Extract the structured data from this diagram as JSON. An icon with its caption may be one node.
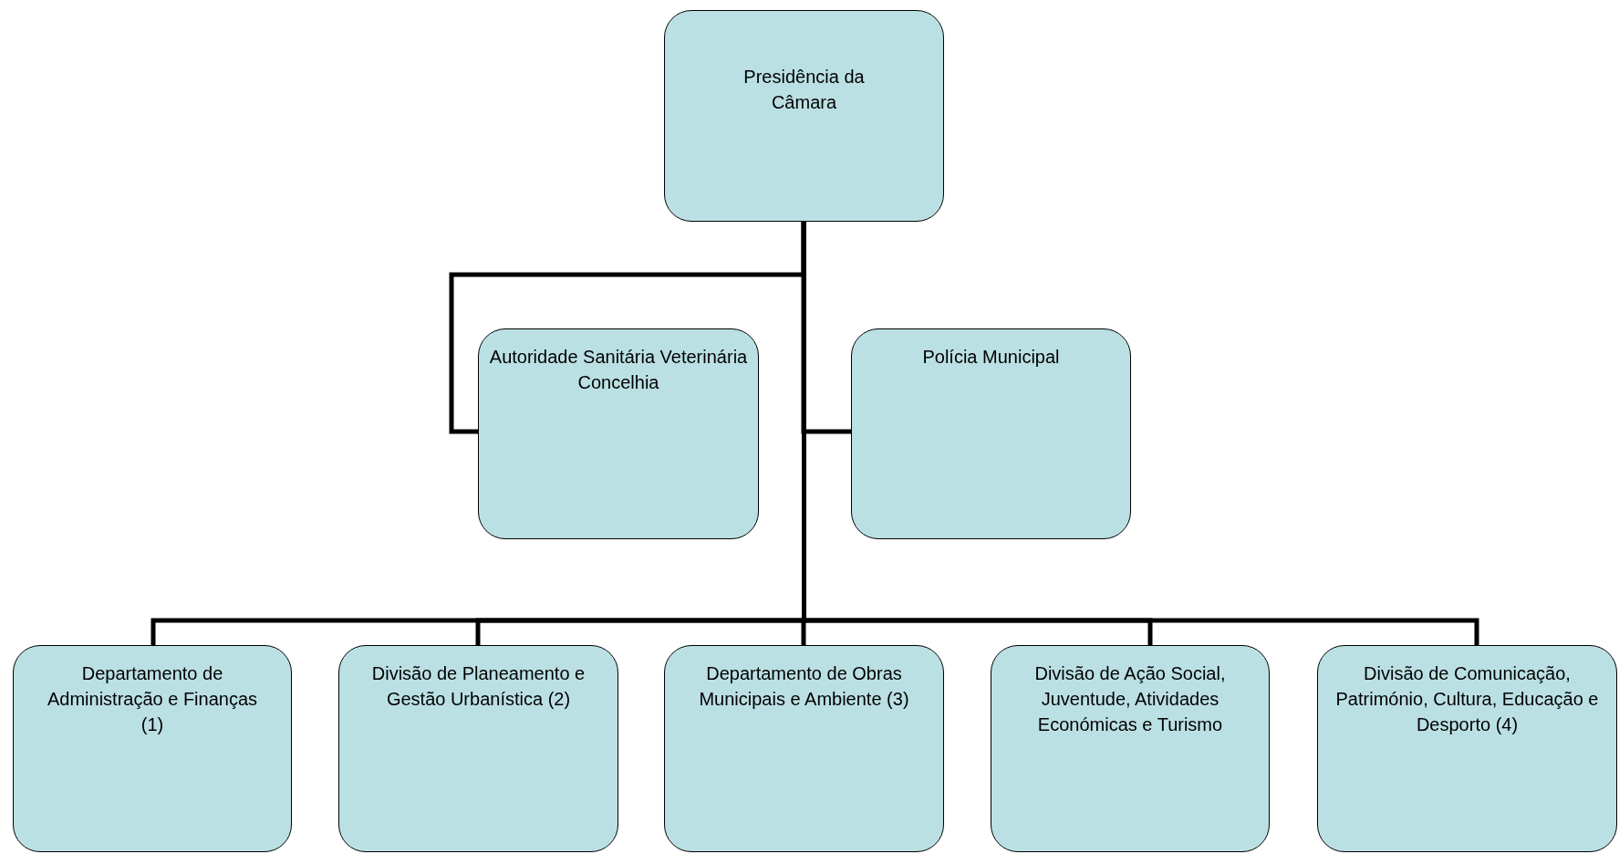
{
  "diagram": {
    "nodes": [
      {
        "text": [
          "Presidência da Câmara"
        ]
      },
      {
        "text": [
          "Autoridade Sanitária Veterinária Concelhia"
        ]
      },
      {
        "text": [
          "Polícia Municipal"
        ]
      },
      {
        "text": [
          "Departamento de Administração e Finanças (1)"
        ]
      },
      {
        "text": [
          "Divisão de Planeamento e Gestão Urbanística (2)"
        ]
      },
      {
        "text": [
          "Departamento de Obras Municipais e Ambiente (3)"
        ]
      },
      {
        "text": [
          "Divisão de Ação Social, Juventude, Atividades Económicas e Turismo"
        ]
      },
      {
        "text": [
          "Divisão de Comunicação, Património, Cultura, Educação e Desporto (4)"
        ]
      }
    ],
    "edges": [
      {
        "from": 0,
        "to": 1,
        "arrow": "none"
      },
      {
        "from": 0,
        "to": 2,
        "arrow": "none"
      },
      {
        "from": 0,
        "to": 3,
        "arrow": "none"
      },
      {
        "from": 0,
        "to": 4,
        "arrow": "none"
      },
      {
        "from": 0,
        "to": 5,
        "arrow": "none"
      },
      {
        "from": 0,
        "to": 6,
        "arrow": "none"
      },
      {
        "from": 0,
        "to": 7,
        "arrow": "none"
      }
    ]
  }
}
